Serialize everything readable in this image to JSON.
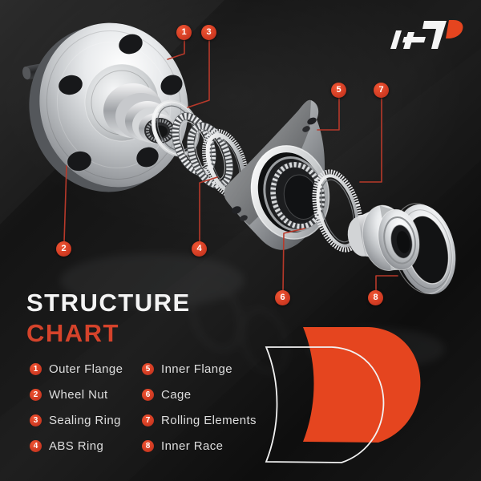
{
  "logo": {
    "name": "A-Premium brand mark",
    "accent": "#e5451f"
  },
  "title": {
    "line1": "STRUCTURE",
    "line2": "CHART"
  },
  "colors": {
    "background": "#141414",
    "accent_orange": "#e5451f",
    "title_orange": "#d5432b",
    "marker_red": "#d03a22",
    "callout_line_red": "#b8392a",
    "text_light": "#f2f2f2",
    "legend_text": "#dedede"
  },
  "legend": {
    "items": [
      {
        "num": "1",
        "label": "Outer Flange"
      },
      {
        "num": "2",
        "label": "Wheel Nut"
      },
      {
        "num": "3",
        "label": "Sealing Ring"
      },
      {
        "num": "4",
        "label": "ABS Ring"
      },
      {
        "num": "5",
        "label": "Inner Flange"
      },
      {
        "num": "6",
        "label": "Cage"
      },
      {
        "num": "7",
        "label": "Rolling Elements"
      },
      {
        "num": "8",
        "label": "Inner Race"
      }
    ]
  },
  "callouts": {
    "markers": [
      "1",
      "2",
      "3",
      "4",
      "5",
      "6",
      "7",
      "8"
    ]
  }
}
